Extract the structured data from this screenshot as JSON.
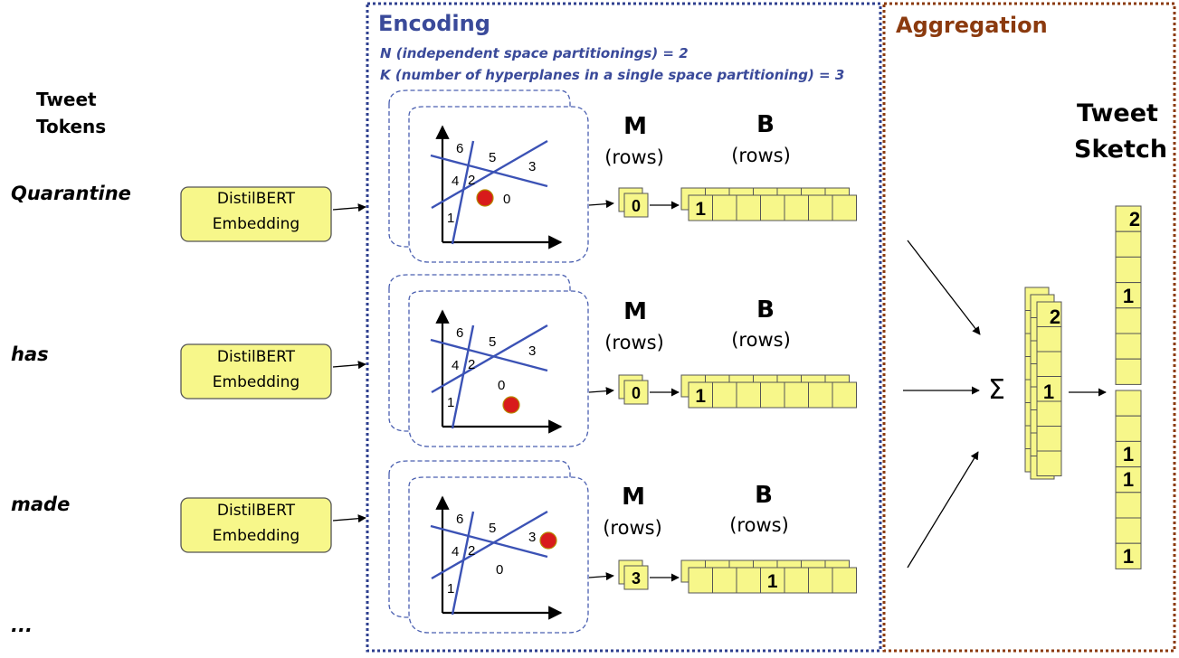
{
  "header": {
    "tweet_tokens_line1": "Tweet",
    "tweet_tokens_line2": "Tokens",
    "encoding_title": "Encoding",
    "encoding_n": "N (independent space partitionings) = 2",
    "encoding_k": "K (number of hyperplanes in a single space partitioning) = 3",
    "aggregation_title": "Aggregation",
    "sketch_line1": "Tweet",
    "sketch_line2": "Sketch"
  },
  "tokens": [
    {
      "word": "Quarantine",
      "embed_line1": "DistilBERT",
      "embed_line2": "Embedding"
    },
    {
      "word": "has",
      "embed_line1": "DistilBERT",
      "embed_line2": "Embedding"
    },
    {
      "word": "made",
      "embed_line1": "DistilBERT",
      "embed_line2": "Embedding"
    }
  ],
  "ellipsis": "...",
  "rows": [
    {
      "m_label": "M",
      "m_sub": "(rows)",
      "b_label": "B",
      "b_sub": "(rows)",
      "m_value": "0",
      "b_value": "1",
      "point_region": "0"
    },
    {
      "m_label": "M",
      "m_sub": "(rows)",
      "b_label": "B",
      "b_sub": "(rows)",
      "m_value": "0",
      "b_value": "1",
      "point_region": "0"
    },
    {
      "m_label": "M",
      "m_sub": "(rows)",
      "b_label": "B",
      "b_sub": "(rows)",
      "m_value": "3",
      "b_value": "1",
      "point_region": "3"
    }
  ],
  "region_labels": [
    "1",
    "2",
    "3",
    "4",
    "5",
    "6",
    "0"
  ],
  "aggregation": {
    "sum_symbol": "Σ",
    "stack_value_top": "2",
    "stack_value_mid": "1"
  },
  "sketch": {
    "upper_values": [
      "2",
      "1"
    ],
    "lower_values": [
      "1",
      "1",
      "1"
    ]
  },
  "colors": {
    "encoding_border": "#2e3f8f",
    "aggregation_border": "#8b3a0e",
    "encoding_text": "#3a4a9a",
    "aggregation_text": "#8b3a0e",
    "box_fill": "#f7f78a",
    "box_border": "#555555",
    "hyperplane": "#3b52b5",
    "point": "#d81b1b"
  }
}
